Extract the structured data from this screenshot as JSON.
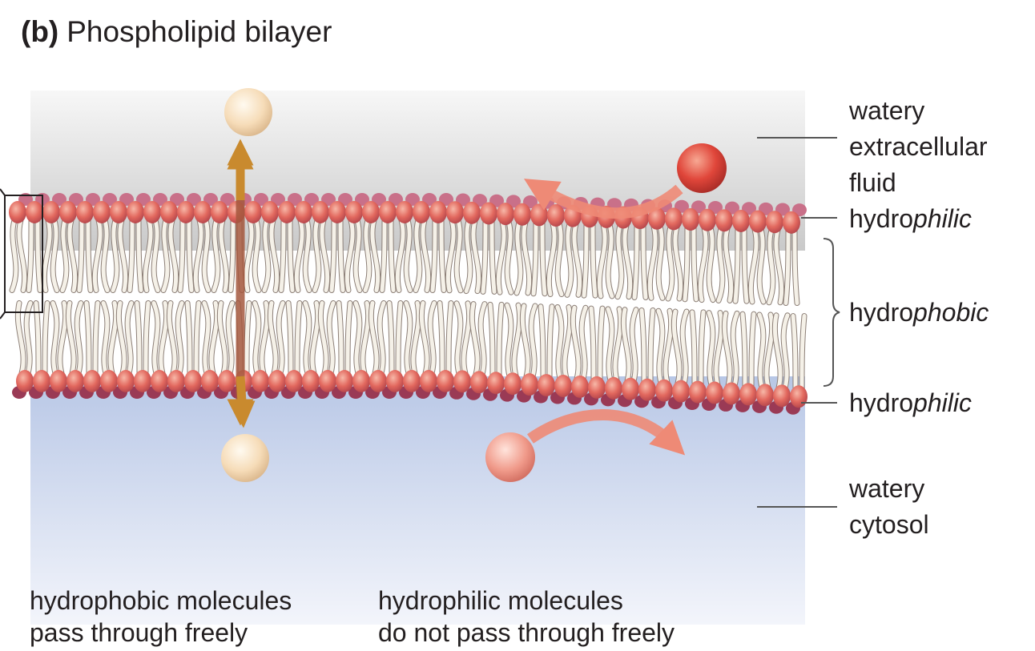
{
  "title": {
    "panel_letter": "(b)",
    "text": "Phospholipid bilayer"
  },
  "labels": {
    "extracellular": [
      "watery",
      "extracellular",
      "fluid"
    ],
    "hydrophilic_top": {
      "prefix": "hydro",
      "emphasis": "philic"
    },
    "hydrophobic": {
      "prefix": "hydro",
      "emphasis": "phobic"
    },
    "hydrophilic_bottom": {
      "prefix": "hydro",
      "emphasis": "philic"
    },
    "cytosol": [
      "watery",
      "cytosol"
    ]
  },
  "captions": {
    "left": [
      "hydrophobic molecules",
      "pass through freely"
    ],
    "right": [
      "hydrophilic molecules",
      "do not pass through freely"
    ]
  },
  "colors": {
    "extracellular_top": "#cfcfcf",
    "extracellular_bottom": "#f7f7f7",
    "cytosol_top": "#b8c7e6",
    "cytosol_bottom": "#f1f4fb",
    "head": "#e2685e",
    "head_dark": "#9a3a55",
    "tail": "#f5f1e8",
    "hydrophobic_molecule": "#f6dcb8",
    "hydrophilic_molecule_top": "#e0463a",
    "hydrophilic_molecule_bottom": "#f09a8a",
    "pass_arrow": "#c98a2e",
    "blocked_arrow": "#ee8a76"
  }
}
